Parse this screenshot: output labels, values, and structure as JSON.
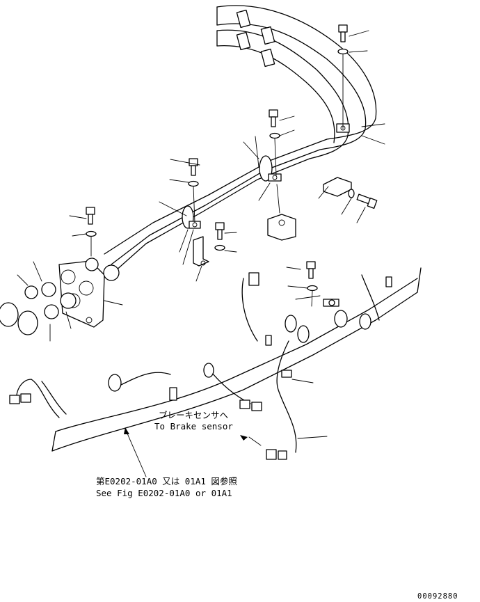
{
  "annotations": {
    "brake_sensor_jp": "ブレーキセンサへ",
    "brake_sensor_en": "To Brake sensor",
    "see_fig_jp": "第E0202-01A0 又は 01A1 図参照",
    "see_fig_en": "See Fig E0202-01A0 or 01A1"
  },
  "drawing_number": "00092880"
}
